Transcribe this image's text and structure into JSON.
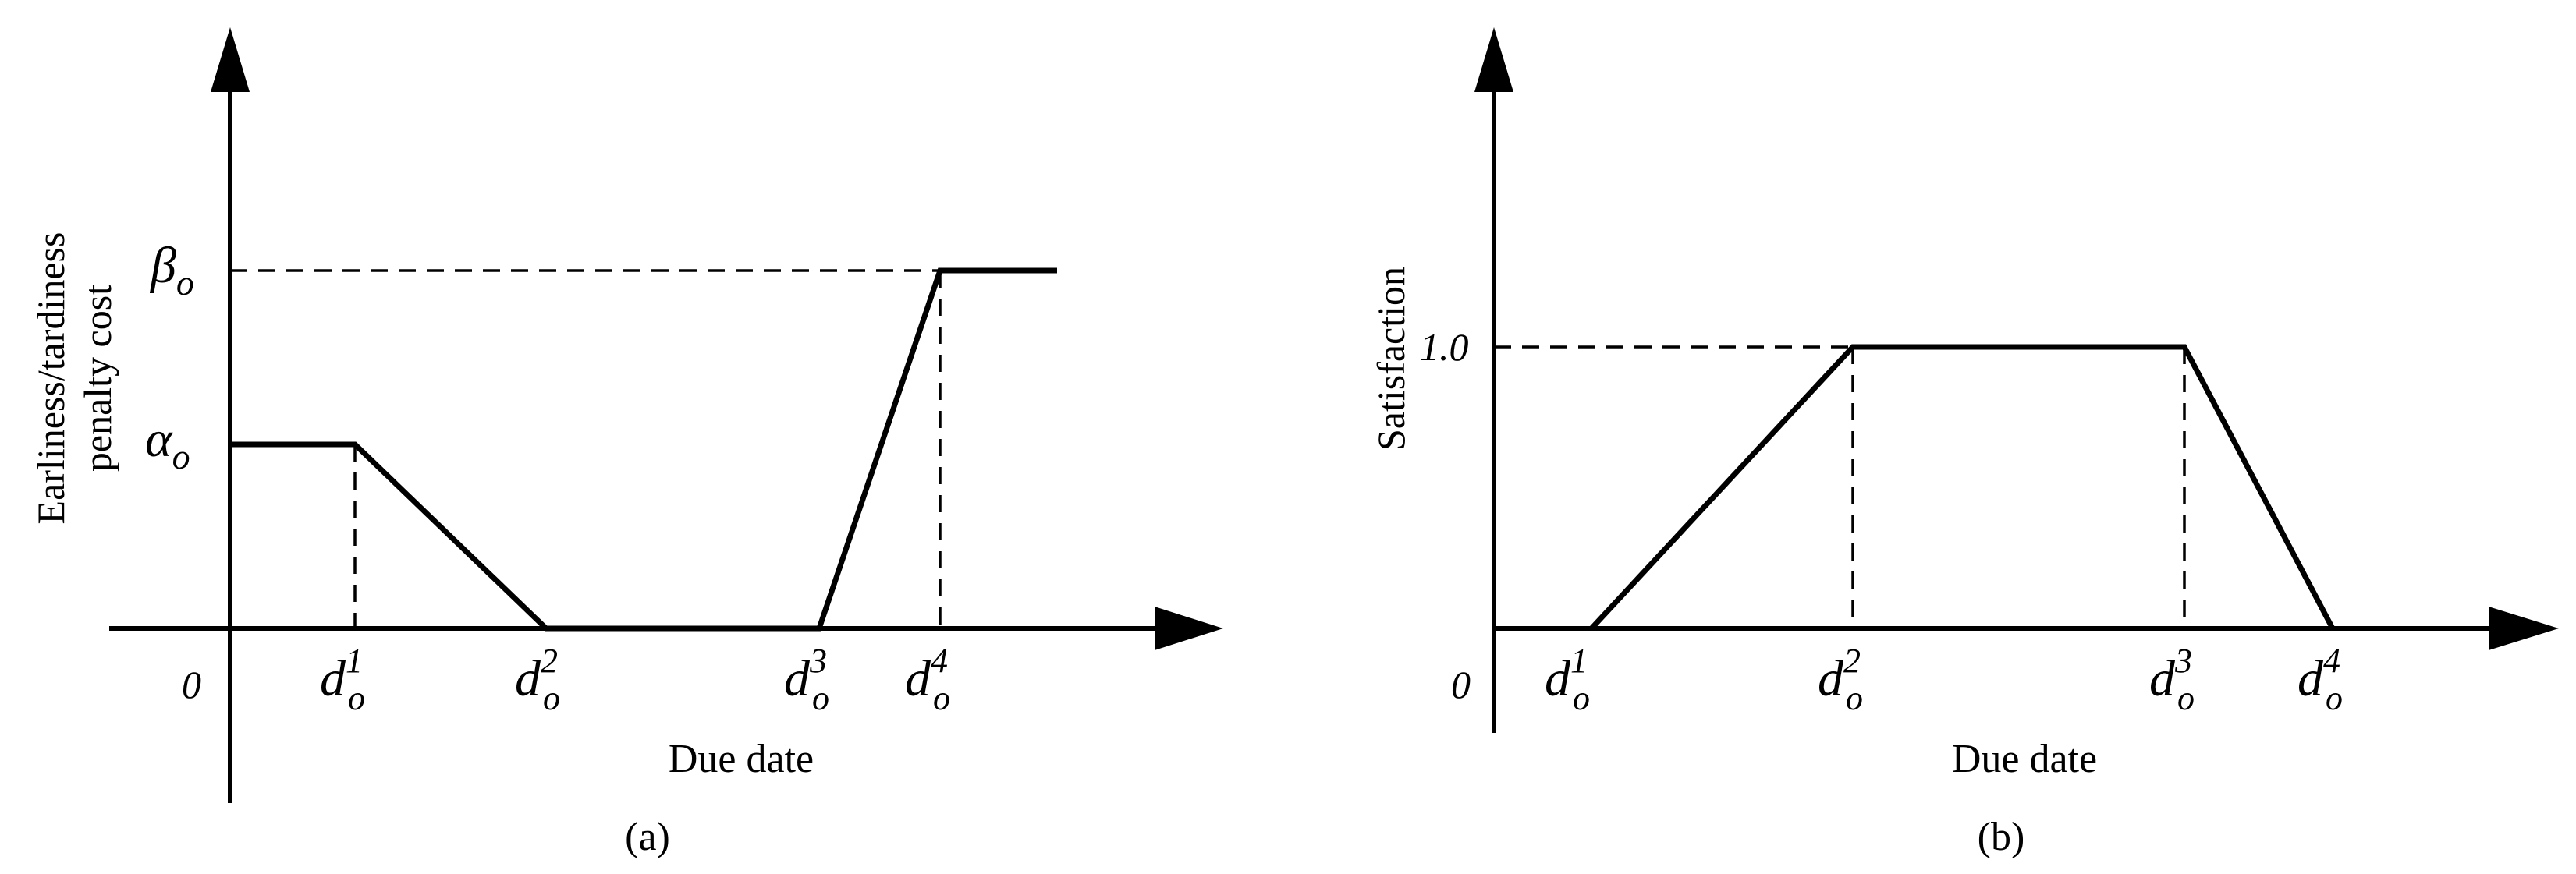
{
  "panels": [
    {
      "caption": "(a)",
      "y_label_line1": "Earliness/tardiness",
      "y_label_line2": "penalty cost",
      "x_label": "Due date",
      "origin": "0",
      "y_levels": {
        "alpha": "α",
        "beta": "β",
        "sub": "o"
      },
      "ticks": [
        {
          "d": "d",
          "sub": "o",
          "sup": "1"
        },
        {
          "d": "d",
          "sub": "o",
          "sup": "2"
        },
        {
          "d": "d",
          "sub": "o",
          "sup": "3"
        },
        {
          "d": "d",
          "sub": "o",
          "sup": "4"
        }
      ]
    },
    {
      "caption": "(b)",
      "y_label": "Satisfaction",
      "x_label": "Due date",
      "origin": "0",
      "y_level": "1.0",
      "ticks": [
        {
          "d": "d",
          "sub": "o",
          "sup": "1"
        },
        {
          "d": "d",
          "sub": "o",
          "sup": "2"
        },
        {
          "d": "d",
          "sub": "o",
          "sup": "3"
        },
        {
          "d": "d",
          "sub": "o",
          "sup": "4"
        }
      ]
    }
  ]
}
